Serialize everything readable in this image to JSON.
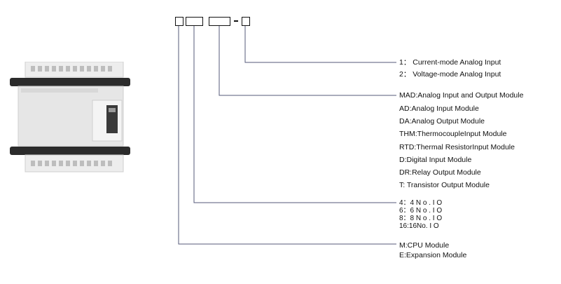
{
  "groups": {
    "input_type": [
      "1： Current-mode Analog Input",
      "2： Voltage-mode Analog Input"
    ],
    "module_type": [
      "MAD:Analog Input and Output Module",
      "AD:Analog Input Module",
      "DA:Analog Output Module",
      "THM:ThermocoupleInput Module",
      "RTD:Thermal ResistorInput Module",
      "D:Digital Input Module",
      "DR:Relay Output Module",
      "T: Transistor Output Module"
    ],
    "io_count": [
      "4：4 N o .  I O",
      "6：6 N o .  I O",
      "8：8 N o .  I O",
      "16:16No. I O"
    ],
    "unit_type": [
      "M:CPU  Module",
      "E:Expansion Module"
    ]
  },
  "colors": {
    "line": "#555a7a",
    "text": "#111111",
    "device_body": "#e6e6e6",
    "device_band": "#2b2b2b"
  }
}
